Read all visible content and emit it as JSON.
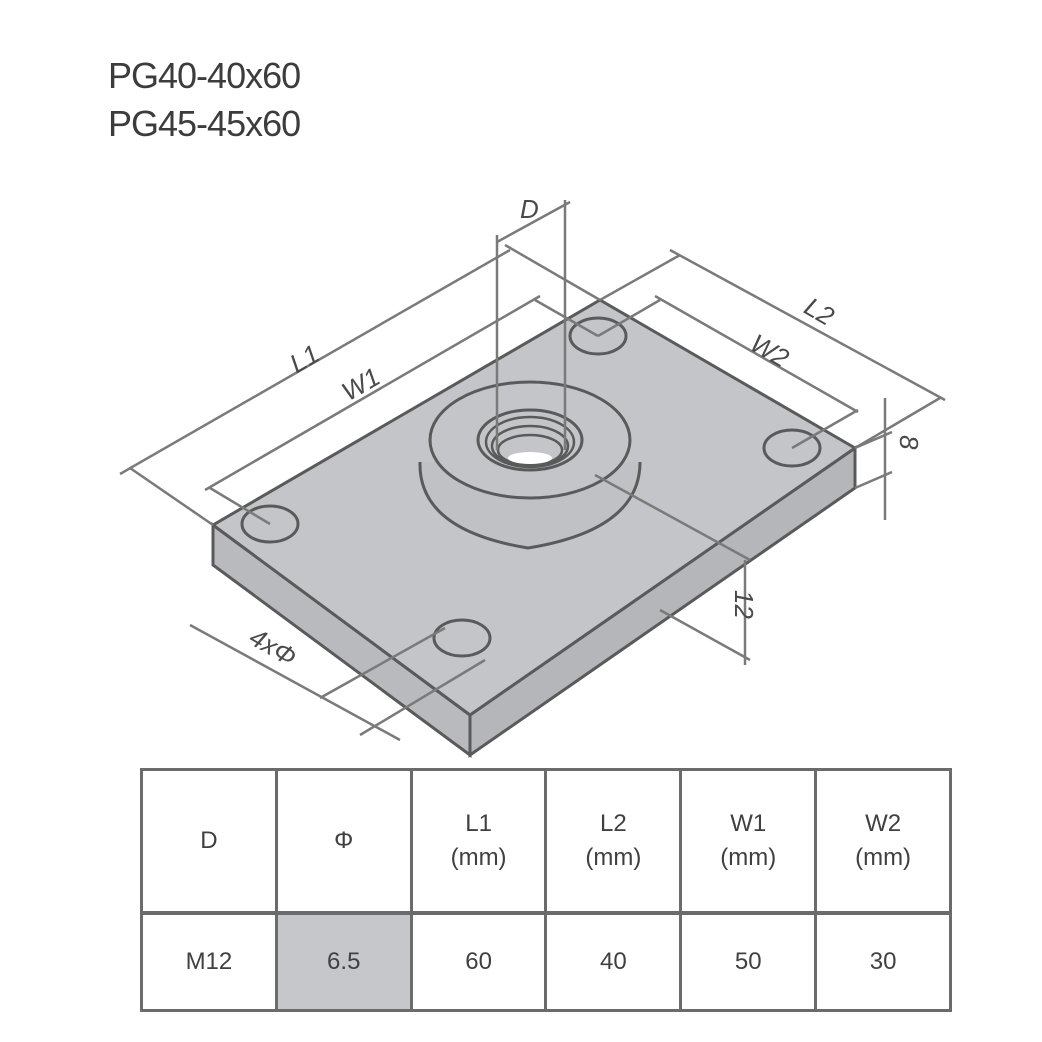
{
  "titles": [
    "PG40-40x60",
    "PG45-45x60"
  ],
  "drawing": {
    "labels": {
      "D": "D",
      "L1": "L1",
      "W1": "W1",
      "L2": "L2",
      "W2": "W2",
      "thickness": "8",
      "height": "12",
      "holes": "4xΦ"
    },
    "colors": {
      "plate_fill": "#c4c5c9",
      "line": "#5a5a5a",
      "dim_line": "#7a7a7a"
    }
  },
  "table": {
    "headers": [
      {
        "label": "D",
        "unit": ""
      },
      {
        "label": "Φ",
        "unit": ""
      },
      {
        "label": "L1",
        "unit": "(mm)"
      },
      {
        "label": "L2",
        "unit": "(mm)"
      },
      {
        "label": "W1",
        "unit": "(mm)"
      },
      {
        "label": "W2",
        "unit": "(mm)"
      }
    ],
    "rows": [
      [
        "M12",
        "6.5",
        "60",
        "40",
        "50",
        "30"
      ]
    ],
    "shaded_cell_color": "#c6c7cb"
  }
}
